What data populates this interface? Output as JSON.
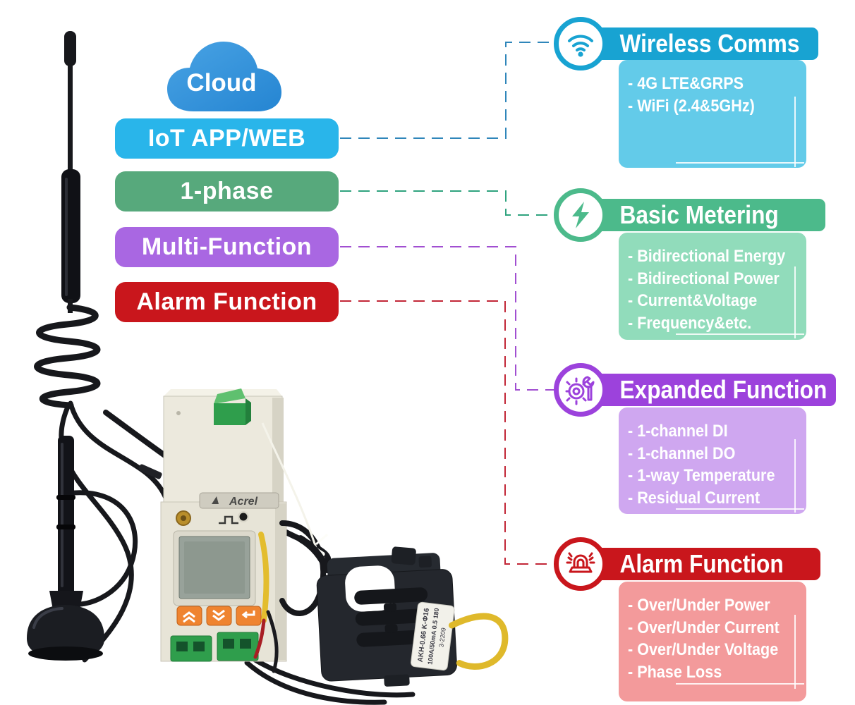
{
  "cloud": {
    "label": "Cloud",
    "color": "#2e90da"
  },
  "buttons": [
    {
      "label": "IoT APP/WEB",
      "color": "#29b5ea"
    },
    {
      "label": "1-phase",
      "color": "#57a97c"
    },
    {
      "label": "Multi-Function",
      "color": "#a967e2"
    },
    {
      "label": "Alarm Function",
      "color": "#c9161c"
    }
  ],
  "cards": [
    {
      "title": "Wireless Comms",
      "icon": "wifi-icon",
      "header_color": "#18a3d2",
      "body_color": "#63cbe9",
      "line_color": "#2f86ba",
      "items": [
        "- 4G LTE&GRPS",
        "- WiFi (2.4&5GHz)"
      ]
    },
    {
      "title": "Basic Metering",
      "icon": "lightning-icon",
      "header_color": "#4cba8b",
      "body_color": "#91dcbb",
      "line_color": "#2fa37e",
      "items": [
        "- Bidirectional Energy",
        "- Bidirectional Power",
        "- Current&Voltage",
        "- Frequency&etc."
      ]
    },
    {
      "title": "Expanded Function",
      "icon": "gear-wrench-icon",
      "header_color": "#9c42dc",
      "body_color": "#cfa7f0",
      "line_color": "#a14fd1",
      "items": [
        "- 1-channel DI",
        "- 1-channel DO",
        "- 1-way Temperature",
        "- Residual Current"
      ]
    },
    {
      "title": "Alarm Function",
      "icon": "siren-icon",
      "header_color": "#c9161c",
      "body_color": "#f39a9b",
      "line_color": "#c22737",
      "items": [
        "- Over/Under Power",
        "- Over/Under Current",
        "- Over/Under Voltage",
        "- Phase Loss"
      ]
    }
  ],
  "hardware": {
    "meter_brand": "Acrel",
    "ct_label": {
      "line1": "AKH-0.66 K-Φ16",
      "line2": "100A/50mA 0.5 180",
      "line3": "3-2209"
    }
  }
}
